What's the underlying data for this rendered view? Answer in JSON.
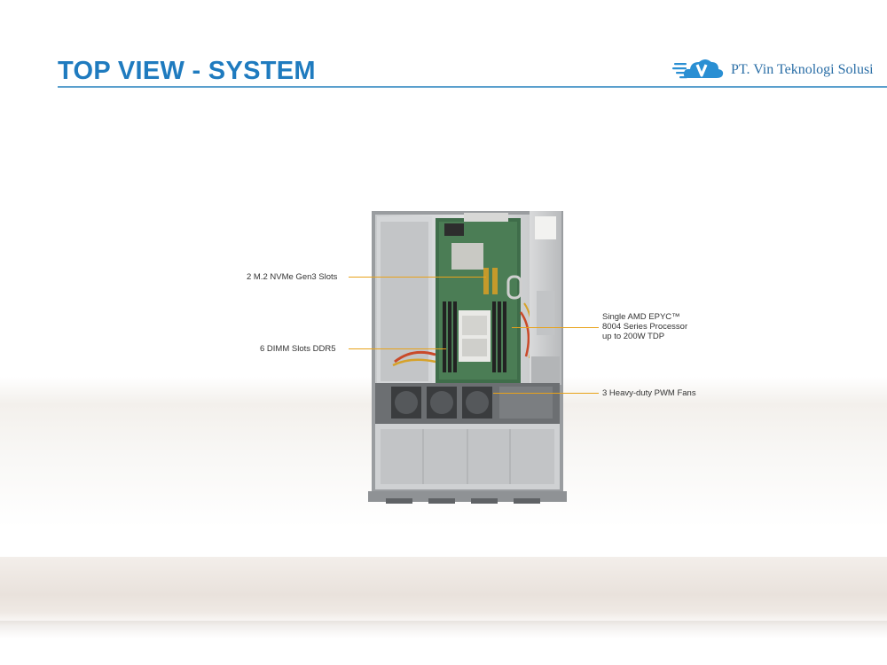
{
  "header": {
    "title": "TOP VIEW - SYSTEM",
    "company": "PT. Vin Teknologi Solusi"
  },
  "logo": {
    "icon": "cloud-v-logo-icon",
    "color": "#2a8fd3"
  },
  "callouts": {
    "m2": "2 M.2 NVMe Gen3 Slots",
    "dimm": "6 DIMM Slots DDR5",
    "cpu_line1": "Single AMD EPYC™",
    "cpu_line2": "8004 Series Processor",
    "cpu_line3": "up to 200W TDP",
    "fans": "3 Heavy-duty  PWM Fans"
  },
  "colors": {
    "title": "#1f7bbf",
    "leader": "#e8a21a"
  }
}
